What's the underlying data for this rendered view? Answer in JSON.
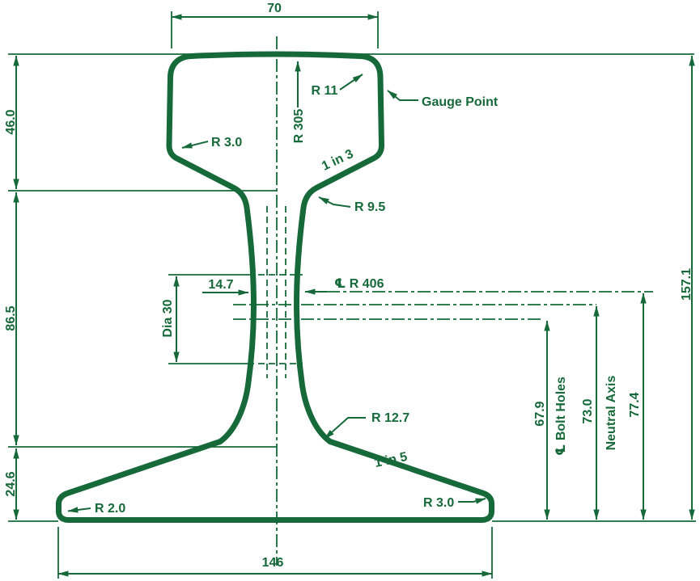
{
  "drawing": {
    "type": "rail-cross-section",
    "colors": {
      "line": "#166939",
      "background": "#ffffff"
    },
    "dimensions": {
      "head_width": "70",
      "head_depth": "46.0",
      "web_depth": "86.5",
      "foot_depth": "24.6",
      "total_height": "157.1",
      "foot_width": "146",
      "web_thickness": "14.7",
      "bolt_hole_diameter": "Dia 30",
      "bolt_hole_centre_height": "67.9",
      "neutral_axis_height": "73.0",
      "web_radius_centre_height": "77.4"
    },
    "radii": {
      "head_top": "R 305",
      "head_corner": "R 11",
      "head_side": "R 3.0",
      "head_web_fillet": "R 9.5",
      "web_centre": "℄ R 406",
      "web_foot_fillet": "R 12.7",
      "foot_edge": "R 3.0",
      "foot_toe": "R 2.0"
    },
    "slopes": {
      "head_underside": "1 in 3",
      "foot_top": "1 in 5"
    },
    "annotations": {
      "gauge_point": "Gauge Point",
      "bolt_holes": "℄ Bolt Holes",
      "neutral_axis": "Neutral Axis"
    }
  }
}
